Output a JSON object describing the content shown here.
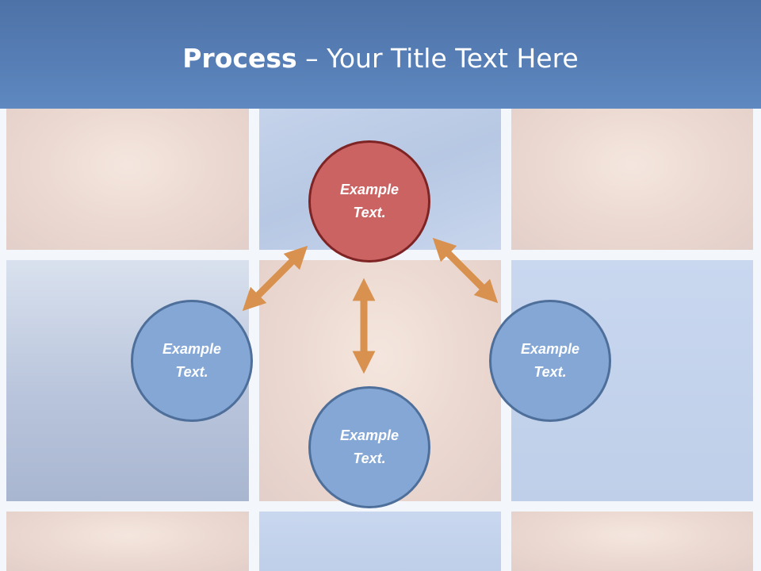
{
  "header": {
    "title_bold": "Process",
    "title_rest": " – Your Title Text Here"
  },
  "diagram": {
    "nodes": [
      {
        "id": "top",
        "label": "Example\nText.",
        "color": "#cc6363"
      },
      {
        "id": "left",
        "label": "Example\nText.",
        "color": "#84a7d6"
      },
      {
        "id": "right",
        "label": "Example\nText.",
        "color": "#84a7d6"
      },
      {
        "id": "bottom",
        "label": "Example\nText.",
        "color": "#84a7d6"
      }
    ],
    "arrow_color": "#d8914f"
  }
}
